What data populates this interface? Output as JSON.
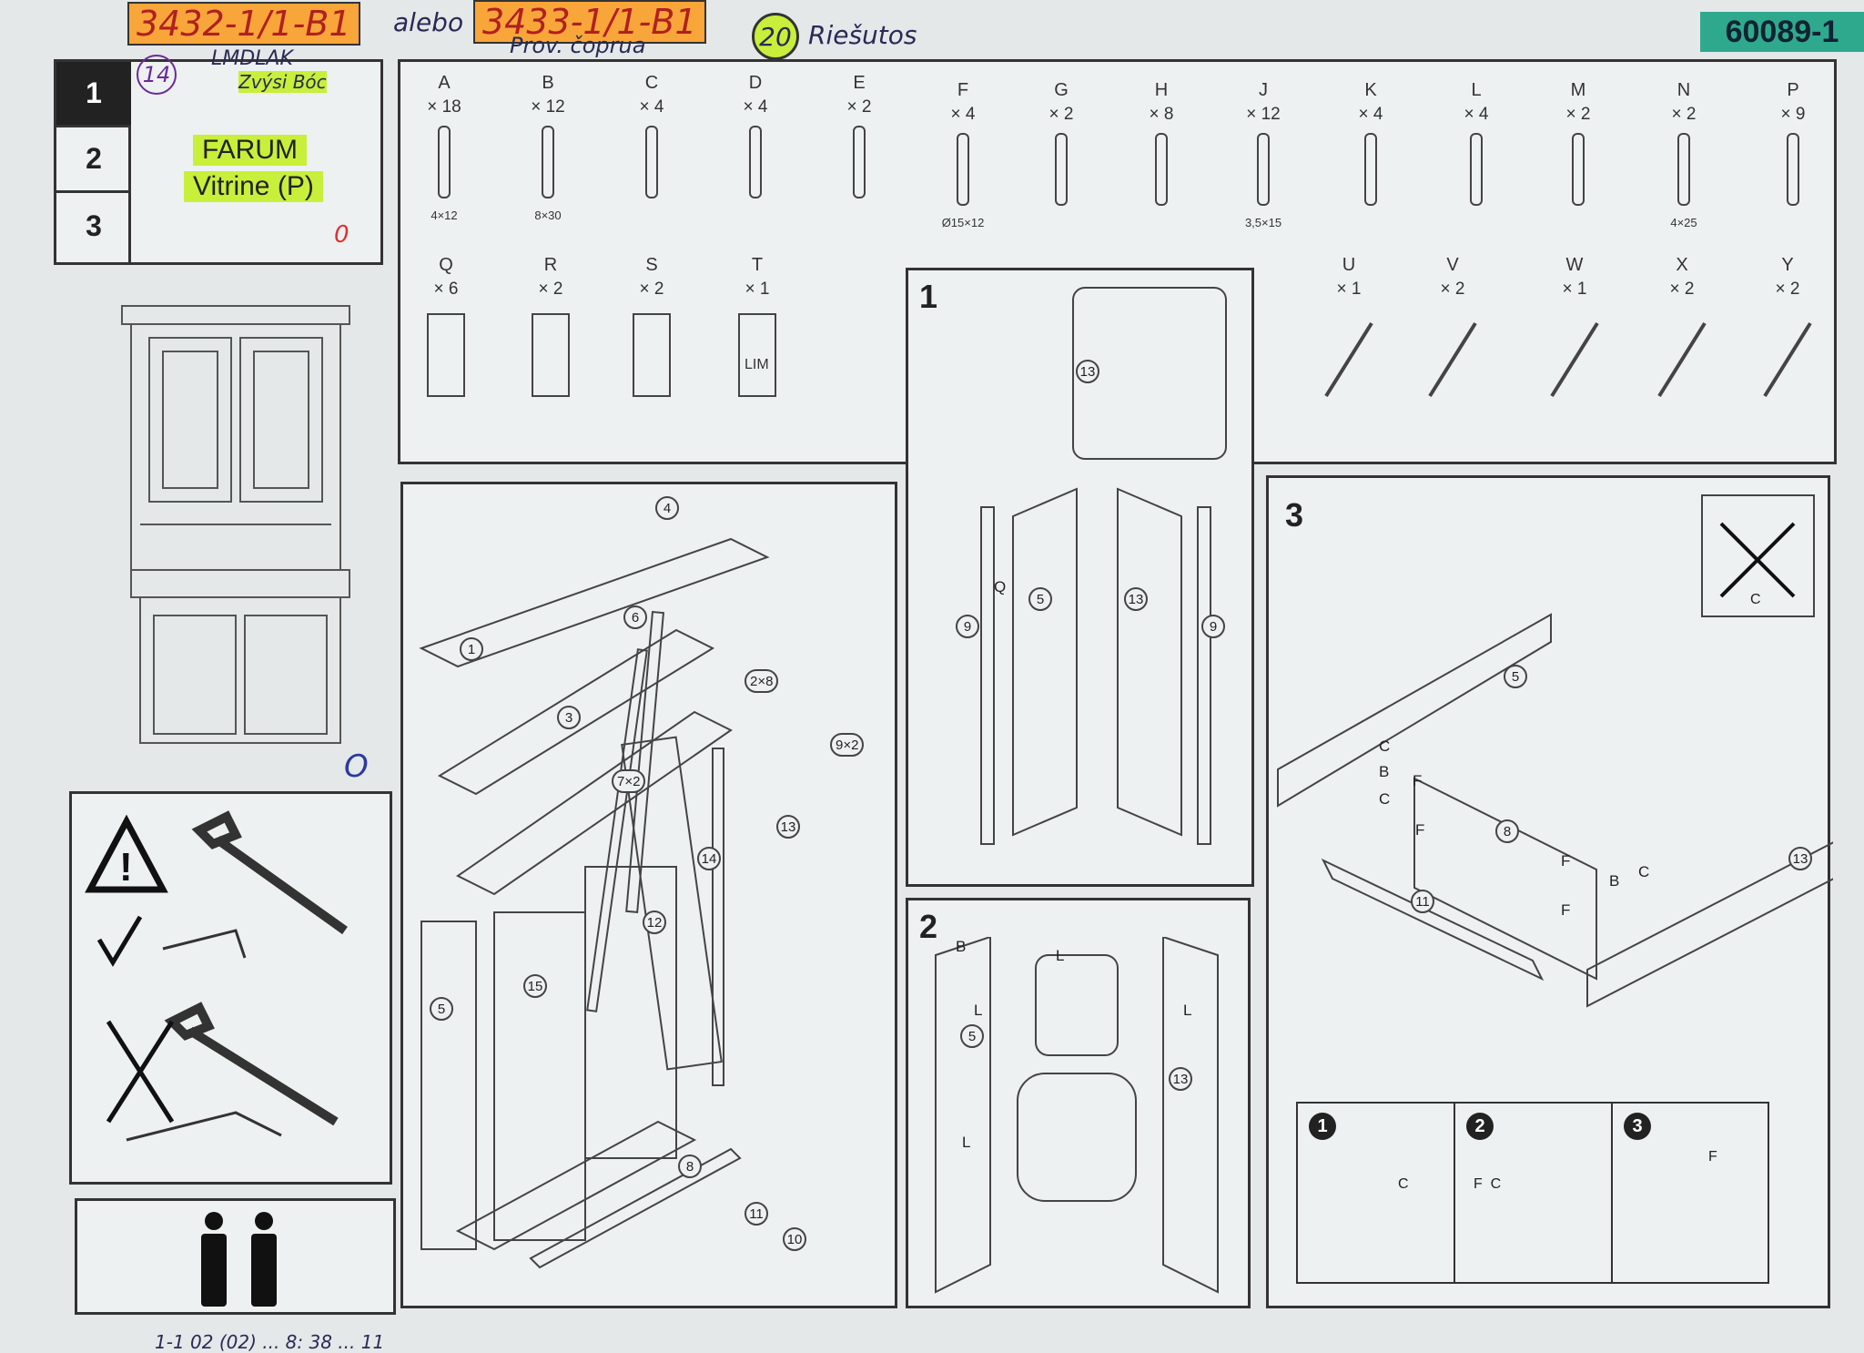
{
  "handwritten": {
    "code1": "3432-1/1-B1",
    "or_word": "alebo",
    "code2": "3433-1/1-B1",
    "code2_note": "Prov. čoprua",
    "circle_left": "14",
    "left_note": "LMDLAK",
    "left_note2": "Zvýsi Bóc",
    "circle_count": "20",
    "count_note": "Riešutos",
    "marker_zero": "0",
    "marker_o": "O",
    "bottom_note": "1-1 02 (02) ... 8: 38 ... 11"
  },
  "doc_code": "60089-1",
  "steps_nav": [
    "1",
    "2",
    "3"
  ],
  "product": {
    "brand": "FARUM",
    "name": "Vitrine (P)"
  },
  "parts": [
    {
      "id": "A",
      "qty": "× 18",
      "size": "4×12"
    },
    {
      "id": "B",
      "qty": "× 12",
      "size": "8×30"
    },
    {
      "id": "C",
      "qty": "× 4",
      "size": ""
    },
    {
      "id": "D",
      "qty": "× 4",
      "size": ""
    },
    {
      "id": "E",
      "qty": "× 2",
      "size": ""
    },
    {
      "id": "F",
      "qty": "× 4",
      "size": "Ø15×12"
    },
    {
      "id": "G",
      "qty": "× 2",
      "size": ""
    },
    {
      "id": "H",
      "qty": "× 8",
      "size": ""
    },
    {
      "id": "J",
      "qty": "× 12",
      "size": "3,5×15"
    },
    {
      "id": "K",
      "qty": "× 4",
      "size": ""
    },
    {
      "id": "L",
      "qty": "× 4",
      "size": ""
    },
    {
      "id": "M",
      "qty": "× 2",
      "size": ""
    },
    {
      "id": "N",
      "qty": "× 2",
      "size": "4×25"
    },
    {
      "id": "P",
      "qty": "× 9",
      "size": ""
    }
  ],
  "parts_row2_left": [
    {
      "id": "Q",
      "qty": "× 6"
    },
    {
      "id": "R",
      "qty": "× 2"
    },
    {
      "id": "S",
      "qty": "× 2"
    },
    {
      "id": "T",
      "qty": "× 1",
      "label": "LIM"
    }
  ],
  "parts_row2_right": [
    {
      "id": "U",
      "qty": "× 1"
    },
    {
      "id": "V",
      "qty": "× 2"
    },
    {
      "id": "W",
      "qty": "× 1"
    },
    {
      "id": "X",
      "qty": "× 2"
    },
    {
      "id": "Y",
      "qty": "× 2"
    }
  ],
  "exploded": {
    "labels": [
      "4",
      "6",
      "1",
      "3",
      "2×8",
      "7×2",
      "9×2",
      "13",
      "14",
      "12",
      "15",
      "5",
      "8",
      "11",
      "10"
    ]
  },
  "step1": {
    "num": "1",
    "labels": [
      "13",
      "9",
      "5",
      "13",
      "9"
    ],
    "part": "Q"
  },
  "step2": {
    "num": "2",
    "parts": [
      "B",
      "L",
      "L",
      "L",
      "L"
    ],
    "labels": [
      "5",
      "13"
    ]
  },
  "step3": {
    "num": "3",
    "labels": [
      "5",
      "8",
      "11",
      "13"
    ],
    "parts": [
      "C",
      "B",
      "F",
      "C",
      "F",
      "F",
      "B",
      "C",
      "F"
    ],
    "sub": [
      {
        "n": "1",
        "part": "C"
      },
      {
        "n": "2",
        "parts": "F  C"
      },
      {
        "n": "3",
        "part": "F"
      }
    ],
    "tool_part": "C"
  }
}
